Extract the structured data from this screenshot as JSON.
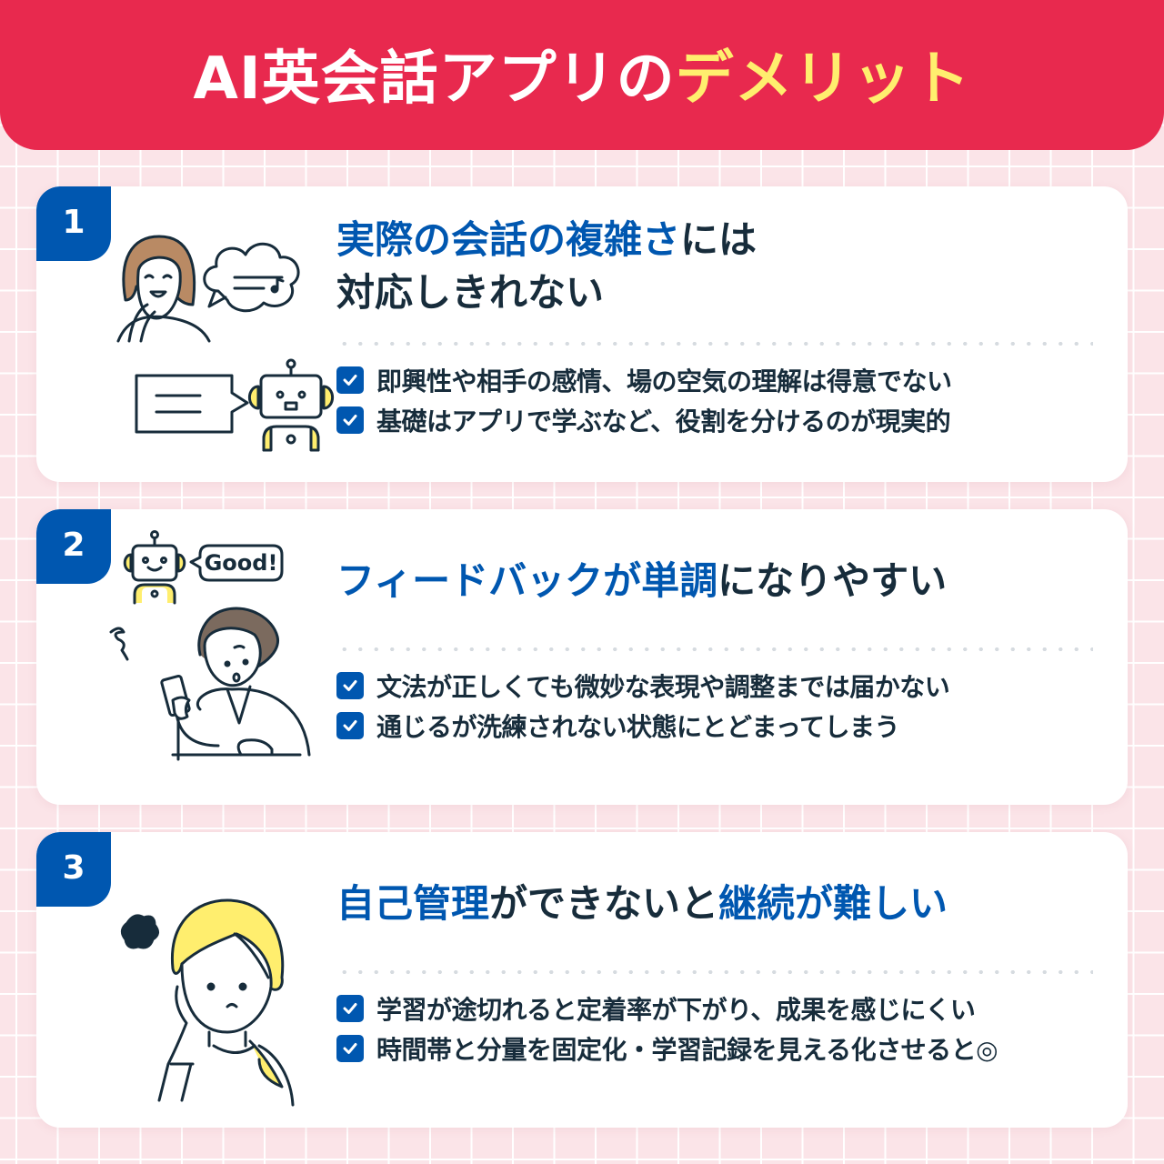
{
  "header": {
    "title_main": "AI英会話アプリの",
    "title_highlight": "デメリット"
  },
  "colors": {
    "header_bg": "#e8294e",
    "highlight_yellow": "#ffee6e",
    "accent_blue": "#0057b0",
    "text_dark": "#172c3b",
    "page_bg": "#fbe4e8"
  },
  "cards": [
    {
      "number": "1",
      "title_parts": [
        {
          "text": "実際の会話の複雑さ",
          "blue": true
        },
        {
          "text": "には",
          "blue": false
        }
      ],
      "title_line2": "対応しきれない",
      "illustration": "woman-speaking-and-robot-speaking",
      "checks": [
        "即興性や相手の感情、場の空気の理解は得意でない",
        "基礎はアプリで学ぶなど、役割を分けるのが現実的"
      ]
    },
    {
      "number": "2",
      "title_parts": [
        {
          "text": "フィードバックが単調",
          "blue": true
        },
        {
          "text": "になりやすい",
          "blue": false
        }
      ],
      "illustration_bubble": "Good!",
      "illustration": "robot-good-and-confused-person-with-phone",
      "checks": [
        "文法が正しくても微妙な表現や調整までは届かない",
        "通じるが洗練されない状態にとどまってしまう"
      ]
    },
    {
      "number": "3",
      "title_parts": [
        {
          "text": "自己管理",
          "blue": true
        },
        {
          "text": "ができないと",
          "blue": false
        },
        {
          "text": "継続が難しい",
          "blue": true
        }
      ],
      "illustration": "frustrated-woman-resting-cheek",
      "checks": [
        "学習が途切れると定着率が下がり、成果を感じにくい",
        "時間帯と分量を固定化・学習記録を見える化させると◎"
      ]
    }
  ]
}
